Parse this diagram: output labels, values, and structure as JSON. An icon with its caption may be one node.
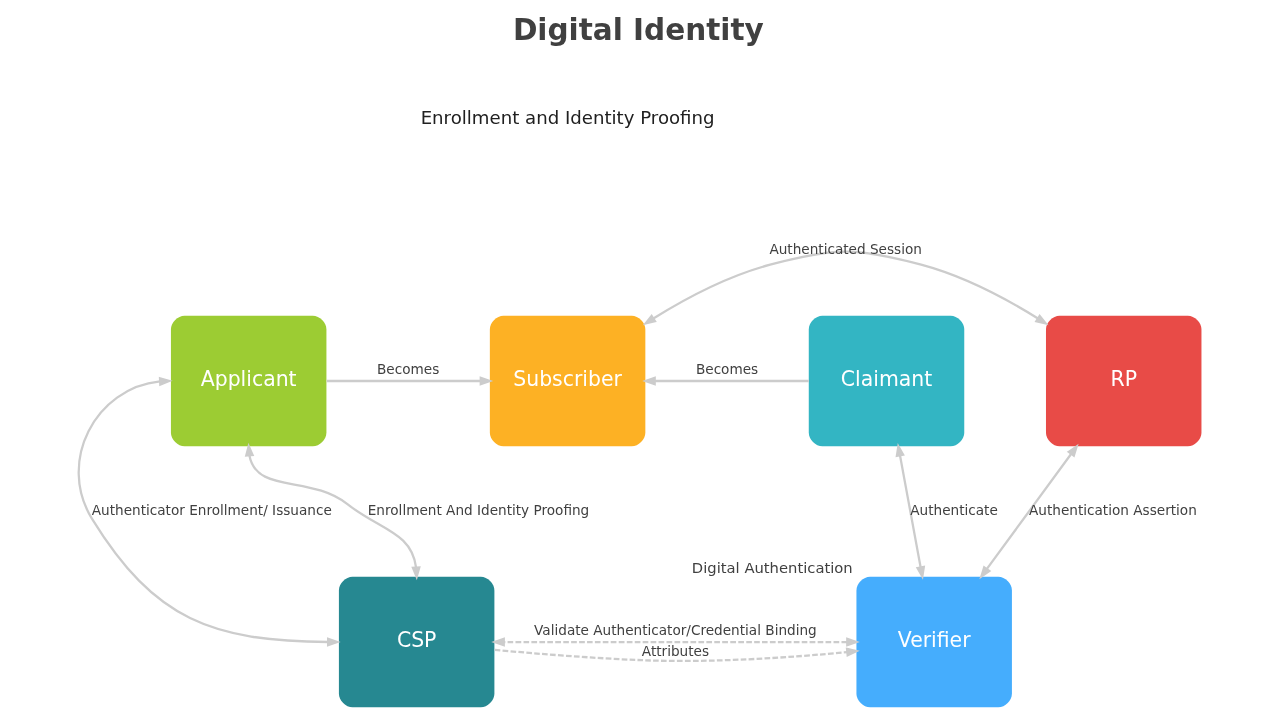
{
  "diagram": {
    "title": "Digital Identity",
    "nodes": [
      {
        "text": [
          "Applicant"
        ]
      },
      {
        "text": [
          "Subscriber"
        ]
      },
      {
        "text": [
          "Claimant"
        ]
      },
      {
        "text": [
          "RP"
        ]
      },
      {
        "text": [
          "CSP"
        ]
      },
      {
        "text": [
          "Verifier"
        ],
        "beside": [
          "Digital Authentication"
        ]
      }
    ],
    "edges": [
      {
        "from": 0,
        "to": 1,
        "arrow": "to",
        "label": "Becomes"
      },
      {
        "from": 2,
        "to": 1,
        "arrow": "to",
        "label": "Becomes"
      },
      {
        "from": 1,
        "to": 3,
        "arrow": "both",
        "label": "Authenticated Session"
      },
      {
        "from": 4,
        "to": 0,
        "arrow": "both",
        "label": "Authenticator Enrollment/ Issuance"
      },
      {
        "from": 0,
        "to": 4,
        "arrow": "both",
        "label": "Enrollment And Identity Proofing"
      },
      {
        "from": 2,
        "to": 5,
        "arrow": "both",
        "label": "Authenticate"
      },
      {
        "from": 3,
        "to": 5,
        "arrow": "both",
        "label": "Authentication Assertion"
      },
      {
        "from": 5,
        "to": 4,
        "arrow": "both",
        "label": "Validate Authenticator/Credential Binding",
        "style": "dashed"
      },
      {
        "from": 4,
        "to": 5,
        "arrow": "to",
        "label": "Attributes",
        "style": "dashed"
      }
    ],
    "labels": [
      "Enrollment and Identity Proofing"
    ]
  }
}
